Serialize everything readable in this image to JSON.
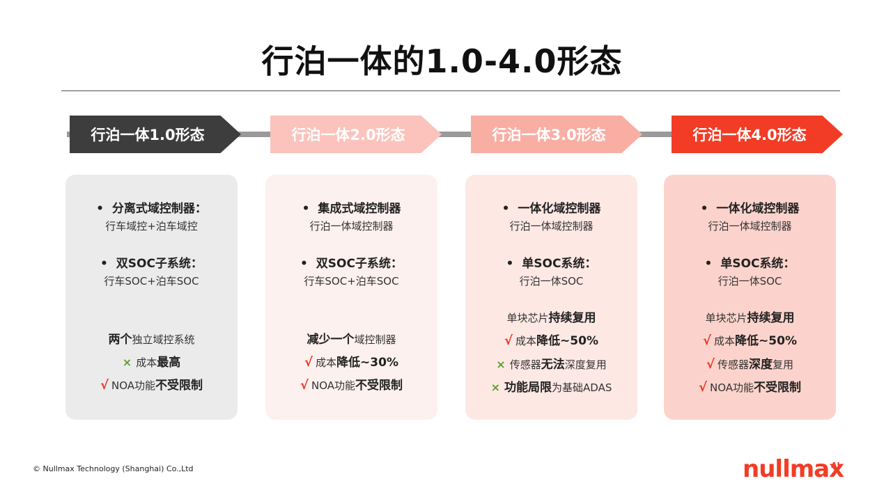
{
  "title": "行泊一体的1.0-4.0形态",
  "stages": [
    {
      "label": "行泊一体1.0形态",
      "color": "#3d3d3d"
    },
    {
      "label": "行泊一体2.0形态",
      "color": "#fbc3bc"
    },
    {
      "label": "行泊一体3.0形态",
      "color": "#f9aea4"
    },
    {
      "label": "行泊一体4.0形态",
      "color": "#f23c25"
    }
  ],
  "cards": [
    {
      "h1": "分离式域控制器：",
      "s1": "行车域控+泊车域控",
      "h2": "双SOC子系统：",
      "s2": "行车SOC+泊车SOC",
      "r1a": "两个",
      "r1b": "独立域控系统",
      "r2a": "成本",
      "r2b": "最高",
      "r3a": "NOA功能",
      "r3b": "不受限制"
    },
    {
      "h1": "集成式域控制器",
      "s1": "行泊一体域控制器",
      "h2": "双SOC子系统：",
      "s2": "行车SOC+泊车SOC",
      "r1a": "减少一个",
      "r1b": "域控制器",
      "r2a": "成本",
      "r2b": "降低~30%",
      "r3a": "NOA功能",
      "r3b": "不受限制"
    },
    {
      "h1": "一体化域控制器",
      "s1": "行泊一体域控制器",
      "h2": "单SOC系统：",
      "s2": "行泊一体SOC",
      "r0a": "单块芯片",
      "r0b": "持续复用",
      "r1a": "成本",
      "r1b": "降低~50%",
      "r2a": "传感器",
      "r2b": "无法",
      "r2c": "深度复用",
      "r3a": "功能局限",
      "r3b": "为基础ADAS"
    },
    {
      "h1": "一体化域控制器",
      "s1": "行泊一体域控制器",
      "h2": "单SOC系统：",
      "s2": "行泊一体SOC",
      "r0a": "单块芯片",
      "r0b": "持续复用",
      "r1a": "成本",
      "r1b": "降低~50%",
      "r2a": "传感器",
      "r2b": "深度",
      "r2c": "复用",
      "r3a": "NOA功能",
      "r3b": "不受限制"
    }
  ],
  "footer": "© Nullmax Technology (Shanghai) Co.,Ltd",
  "logo": {
    "text": "nullmax",
    "suffix": "AI"
  },
  "marks": {
    "check": "√",
    "cross": "×",
    "bullet": "•"
  }
}
